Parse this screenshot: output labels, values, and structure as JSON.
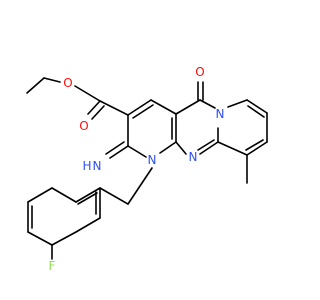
{
  "molecule": {
    "atoms": {
      "O_ester_single": "O",
      "O_ester_double": "O",
      "O_ketone": "O",
      "N_imino": "N",
      "H_imino": "H",
      "N_ring_1": "N",
      "N_ring_2": "N",
      "N_ring_3": "N",
      "F": "F"
    },
    "colors": {
      "carbon": "#000000",
      "oxygen": "#ff0d0d",
      "nitrogen": "#3050f8",
      "fluorine": "#90e050",
      "background": "#ffffff"
    }
  }
}
